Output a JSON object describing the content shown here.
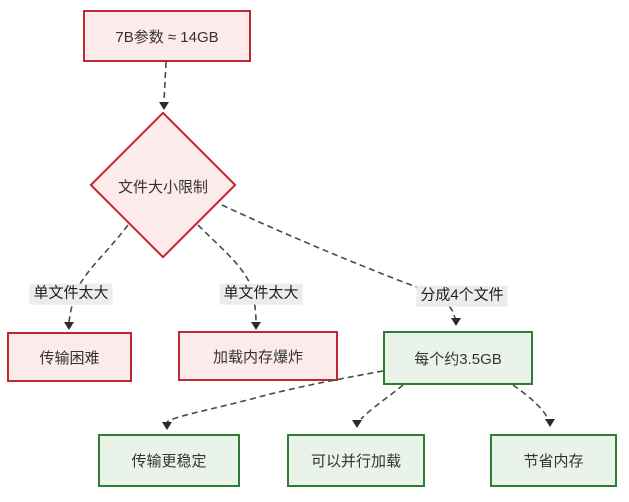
{
  "diagram": {
    "type": "flowchart",
    "direction": "top-down",
    "styles": {
      "background": "#ffffff",
      "red_fill": "#fdeaea",
      "red_border": "#c0282d",
      "green_fill": "#e9f3e9",
      "green_border": "#2e7d32",
      "label_bg": "#ececec",
      "label_text": "#1f1f1f",
      "text_color": "#333333",
      "edge_color": "#4a4a4a",
      "arrow_color": "#2b2b2b"
    },
    "nodes": [
      {
        "id": "params",
        "label": "7B参数 ≈ 14GB",
        "shape": "rect",
        "variant": "red"
      },
      {
        "id": "size-limit",
        "label": "文件大小限制",
        "shape": "diamond",
        "variant": "red"
      },
      {
        "id": "transfer-hard",
        "label": "传输困难",
        "shape": "rect",
        "variant": "red"
      },
      {
        "id": "memory-explosion",
        "label": "加载内存爆炸",
        "shape": "rect",
        "variant": "red"
      },
      {
        "id": "each-size",
        "label": "每个约3.5GB",
        "shape": "rect",
        "variant": "green"
      },
      {
        "id": "transfer-stable",
        "label": "传输更稳定",
        "shape": "rect",
        "variant": "green"
      },
      {
        "id": "parallel-load",
        "label": "可以并行加载",
        "shape": "rect",
        "variant": "green"
      },
      {
        "id": "save-memory",
        "label": "节省内存",
        "shape": "rect",
        "variant": "green"
      }
    ],
    "edges": [
      {
        "from": "params",
        "to": "size-limit",
        "label": "",
        "style": "dashed"
      },
      {
        "from": "size-limit",
        "to": "transfer-hard",
        "label": "单文件太大",
        "style": "dashed"
      },
      {
        "from": "size-limit",
        "to": "memory-explosion",
        "label": "单文件太大",
        "style": "dashed"
      },
      {
        "from": "size-limit",
        "to": "each-size",
        "label": "分成4个文件",
        "style": "dashed"
      },
      {
        "from": "each-size",
        "to": "transfer-stable",
        "label": "",
        "style": "dashed"
      },
      {
        "from": "each-size",
        "to": "parallel-load",
        "label": "",
        "style": "dashed"
      },
      {
        "from": "each-size",
        "to": "save-memory",
        "label": "",
        "style": "dashed"
      }
    ]
  }
}
